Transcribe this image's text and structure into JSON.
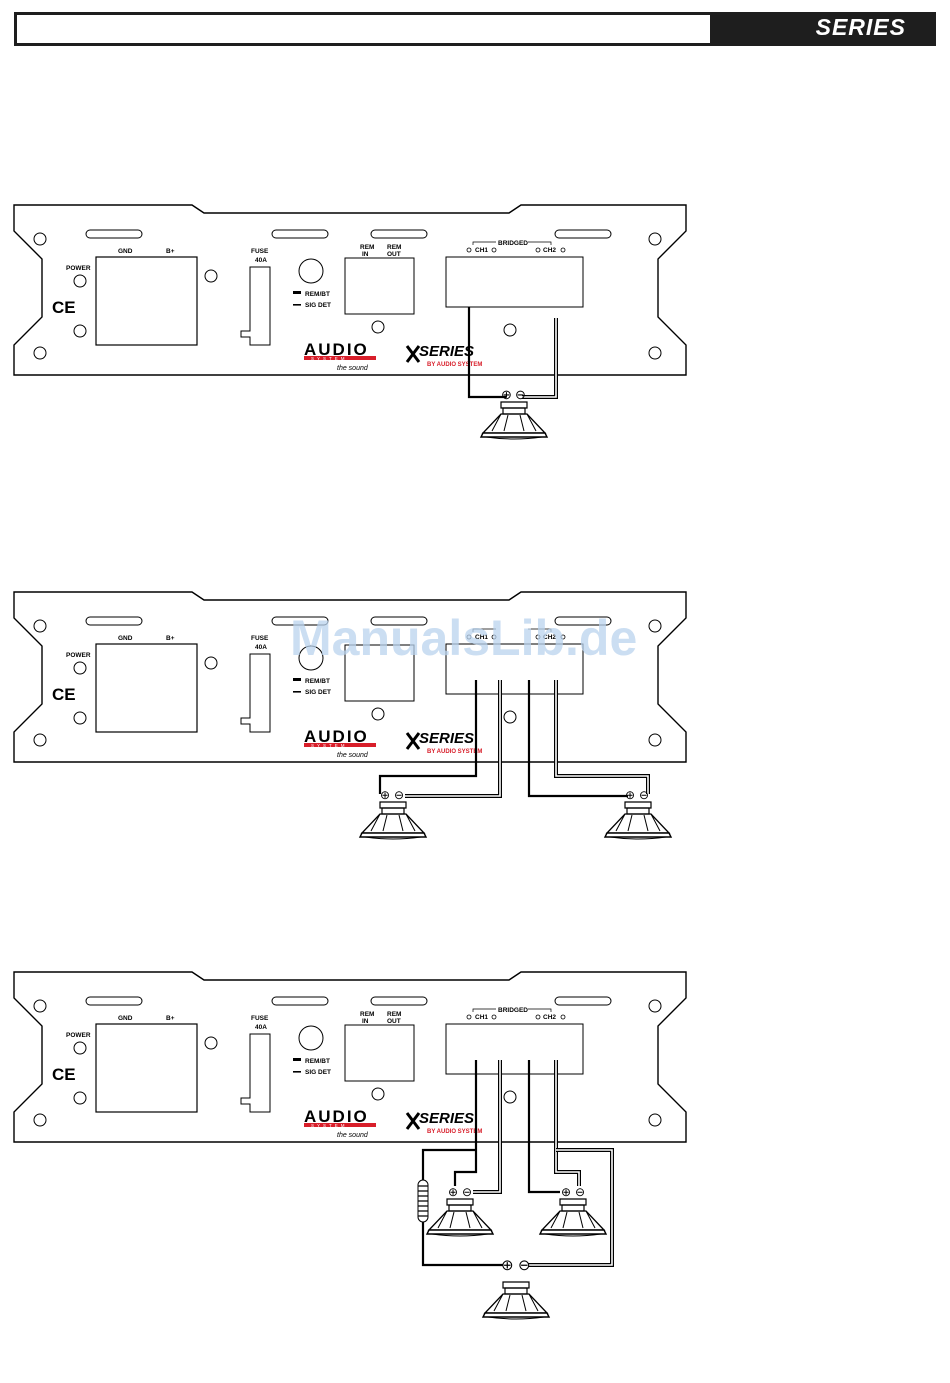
{
  "header": {
    "series_label": "SERIES"
  },
  "amp_labels": {
    "power": "POWER",
    "gnd": "GND",
    "bplus": "B+",
    "fuse": "FUSE",
    "fuse_rating": "40A",
    "rem_in_1": "REM",
    "rem_in_2": "IN",
    "rem_out_1": "REM",
    "rem_out_2": "OUT",
    "bridged": "BRIDGED",
    "ch1": "CH1",
    "ch2": "CH2",
    "rem_bt": "REM/BT",
    "sig_det": "SIG DET",
    "ce_mark": "CE"
  },
  "brand": {
    "audio": "AUDIO",
    "system": "SYSTEM",
    "tagline": "the sound",
    "x": "X",
    "series": "SERIES",
    "by_audio_system": "BY AUDIO SYSTEM",
    "accent_color": "#d81e2a"
  },
  "terminals": {
    "plus": "⊕",
    "minus": "⊖"
  },
  "watermark": "ManualsLib.de"
}
